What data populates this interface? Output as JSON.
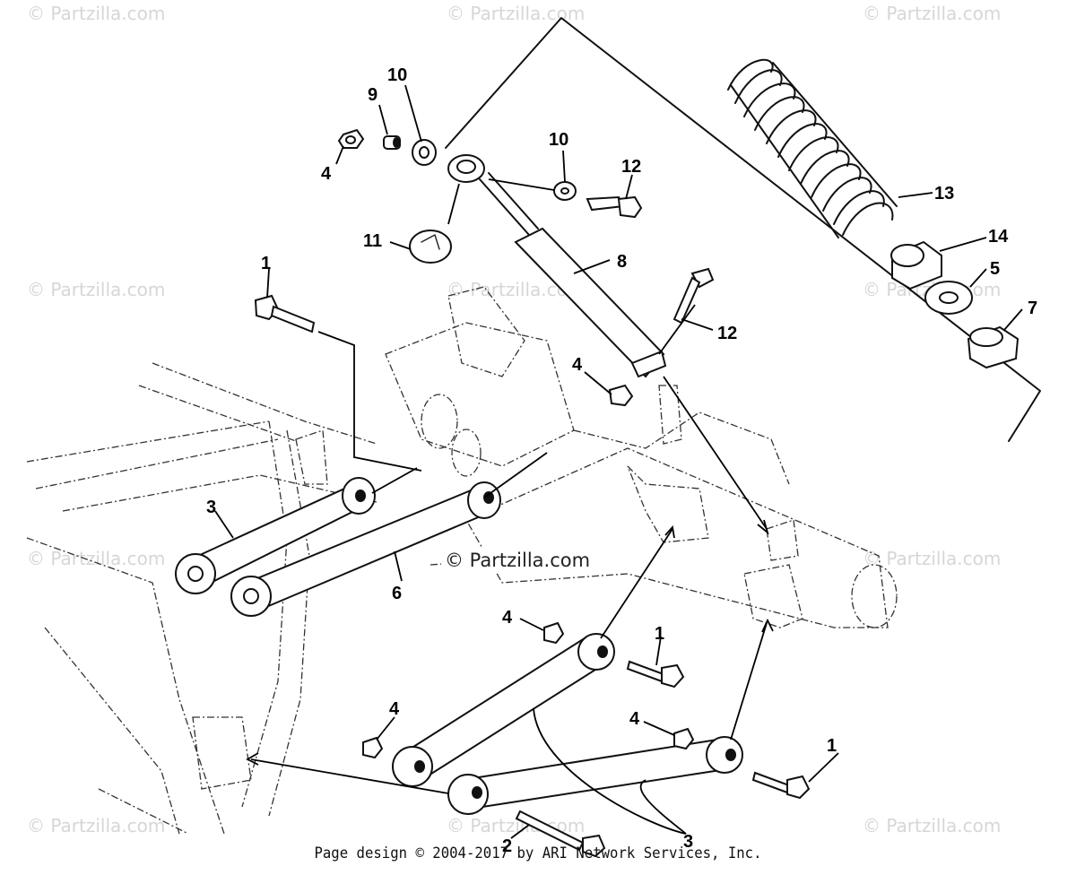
{
  "watermark_text": "© Partzilla.com",
  "center_watermark": "© Partzilla.com",
  "footer": "Page design © 2004-2017 by ARI Network Services, Inc.",
  "callouts": {
    "c1a": "1",
    "c1b": "1",
    "c1c": "1",
    "c2": "2",
    "c3a": "3",
    "c3b": "3",
    "c4a": "4",
    "c4b": "4",
    "c4c": "4",
    "c4d": "4",
    "c4e": "4",
    "c5": "5",
    "c6": "6",
    "c7": "7",
    "c8": "8",
    "c9": "9",
    "c10a": "10",
    "c10b": "10",
    "c11": "11",
    "c12a": "12",
    "c12b": "12",
    "c13": "13",
    "c14": "14"
  },
  "colors": {
    "ink": "#111111",
    "watermark": "#d6d6d6",
    "background": "#ffffff"
  }
}
